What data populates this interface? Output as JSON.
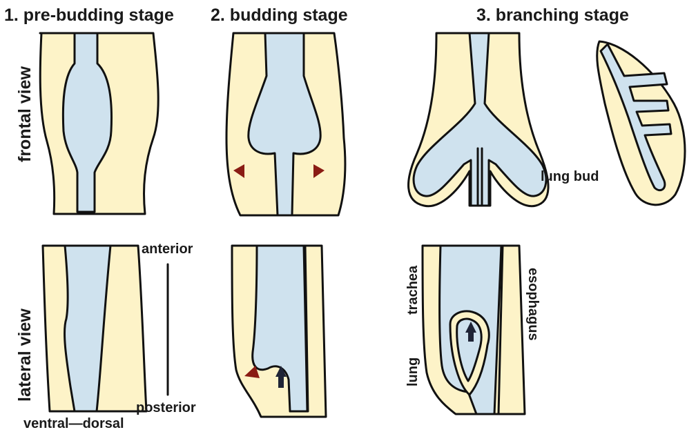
{
  "stages": {
    "pre_budding": "1. pre-budding stage",
    "budding": "2. budding stage",
    "branching": "3. branching stage"
  },
  "views": {
    "frontal": "frontal view",
    "lateral": "lateral view"
  },
  "axes": {
    "anterior": "anterior",
    "posterior": "posterior",
    "ventral_dorsal": "ventral—dorsal"
  },
  "structures": {
    "lung_bud": "lung bud",
    "trachea": "trachea",
    "lung": "lung",
    "esophagus": "esophagus"
  },
  "colors": {
    "mesenchyme": "#fdf3c8",
    "endoderm_lumen": "#cfe2ee",
    "outline": "#111111",
    "budding_arrowhead": "#8a1c14",
    "growth_arrow": "#1f2436"
  }
}
